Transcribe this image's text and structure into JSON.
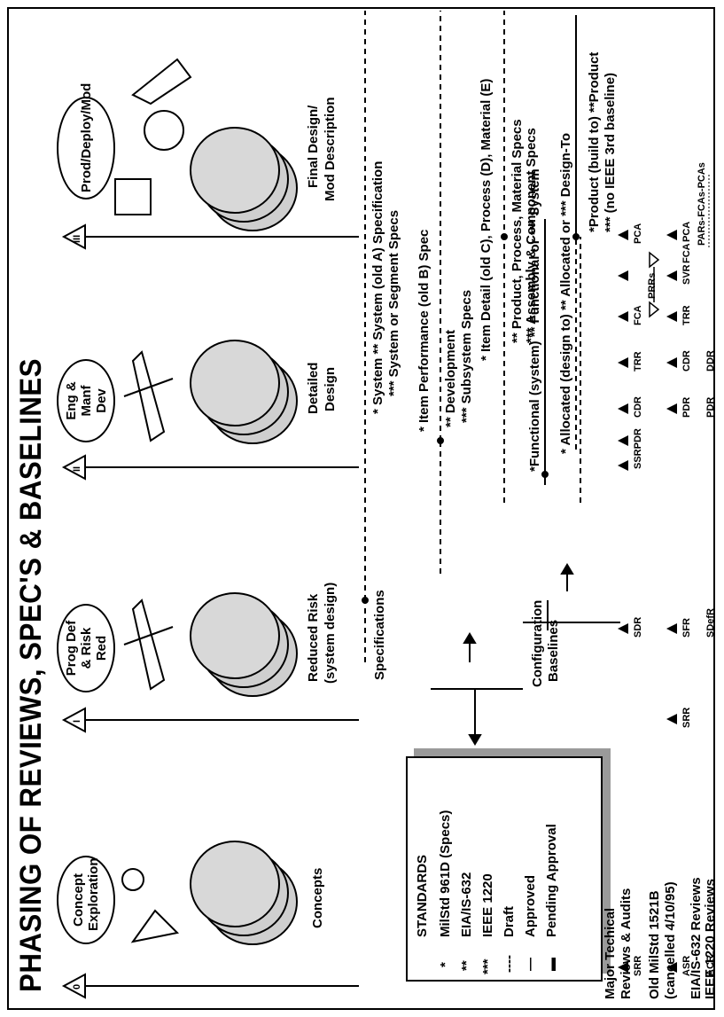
{
  "title": "PHASING OF REVIEWS, SPEC'S & BASELINES",
  "phases": [
    {
      "label": "Concept Exploration",
      "milestone": "0"
    },
    {
      "label": "Prog Def & Risk Red",
      "milestone": "I"
    },
    {
      "label": "Eng & Manf Dev",
      "milestone": "II"
    },
    {
      "label": "Prod/Deploy/Mod",
      "milestone": "III"
    }
  ],
  "stage_labels": {
    "concepts": "Concepts",
    "reduced_risk": "Reduced Risk",
    "reduced_risk_sub": "(system design)",
    "detailed": "Detailed",
    "design": "Design",
    "final": "Final Design/",
    "final_sub": "Mod Description"
  },
  "legend": {
    "heading": "STANDARDS",
    "items": [
      {
        "mark": "*",
        "text": "MilStd 961D (Specs)"
      },
      {
        "mark": "**",
        "text": "EIA/IS-632"
      },
      {
        "mark": "***",
        "text": "IEEE 1220"
      },
      {
        "mark": "----",
        "text": "Draft"
      },
      {
        "mark": "—",
        "text": "Approved"
      },
      {
        "mark": "▬",
        "text": "Pending Approval"
      }
    ]
  },
  "specifications": {
    "label": "Specifications",
    "system": [
      "* System  ** System (old A) Specification",
      "*** System or Segment Specs"
    ],
    "item_perf": [
      "* Item Performance (old B) Spec",
      "** Development",
      "*** Subsystem Specs"
    ],
    "item_detail": [
      "* Item Detail (old C), Process (D), Material (E)",
      "** Product, Process, Material Specs",
      "*** Assembly & Component Specs"
    ]
  },
  "baselines": {
    "label": "Configuration",
    "label2": "Baselines",
    "functional": "*Functional (system)  ** Functional  or *** System",
    "allocated": "* Allocated (design to) ** Allocated or  *** Design-To",
    "product": "*Product (build to)  **Product",
    "product2": "***  (no IEEE 3rd baseline)"
  },
  "reviews": {
    "header": "Major Techical",
    "header2": "Reviews & Audits",
    "rows": [
      {
        "label": "Old MilStd 1521B",
        "label2": "(cancelled 4/10/95)",
        "items": [
          "SRR",
          "SDR",
          "SSRPDR",
          "CDR",
          "TRR",
          "FCA",
          "PCA"
        ]
      },
      {
        "label": "EIA/IS-632 Reviews",
        "label2": "",
        "items": [
          "ASR",
          "SRR",
          "SFR",
          "PDR",
          "CDR",
          "TRR",
          "SVR",
          "FCA",
          "PCA"
        ]
      },
      {
        "label": "IEEE 1220 Reviews",
        "label2": "",
        "items": [
          "ACR",
          "SDefR",
          "PDR",
          "DDR",
          "PARs-FCAs-PCAs"
        ]
      }
    ],
    "prrs": "PRRs"
  }
}
